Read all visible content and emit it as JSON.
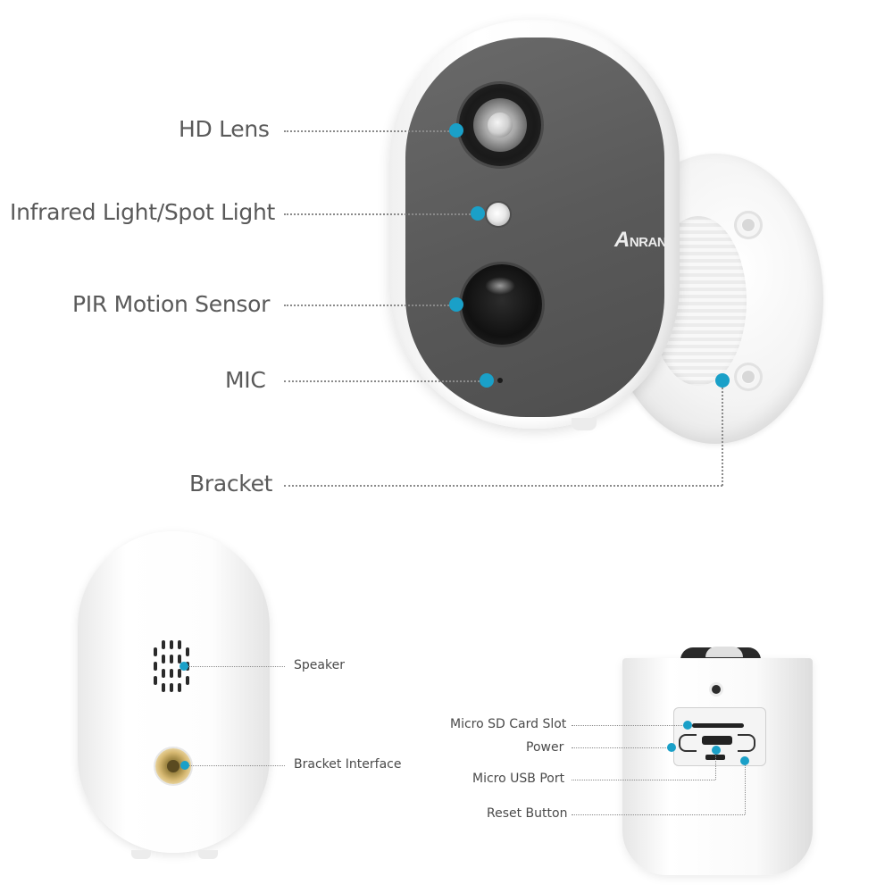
{
  "brand": {
    "logo_first": "A",
    "logo_rest": "NRAN"
  },
  "colors": {
    "callout_dot": "#1aa0c8",
    "label_text": "#5a5a5a",
    "camera_face": "#5a5a5a"
  },
  "front_view": {
    "callouts": [
      {
        "id": "hd-lens",
        "label": "HD Lens"
      },
      {
        "id": "infrared-light",
        "label": "Infrared Light/Spot Light"
      },
      {
        "id": "pir-sensor",
        "label": "PIR Motion Sensor"
      },
      {
        "id": "mic",
        "label": "MIC"
      },
      {
        "id": "bracket",
        "label": "Bracket"
      }
    ]
  },
  "back_view": {
    "callouts": [
      {
        "id": "speaker",
        "label": "Speaker"
      },
      {
        "id": "bracket-interface",
        "label": "Bracket Interface"
      }
    ]
  },
  "bottom_view": {
    "callouts": [
      {
        "id": "micro-sd",
        "label": "Micro SD Card Slot"
      },
      {
        "id": "power",
        "label": "Power"
      },
      {
        "id": "micro-usb",
        "label": "Micro USB Port"
      },
      {
        "id": "reset",
        "label": "Reset Button"
      }
    ]
  }
}
